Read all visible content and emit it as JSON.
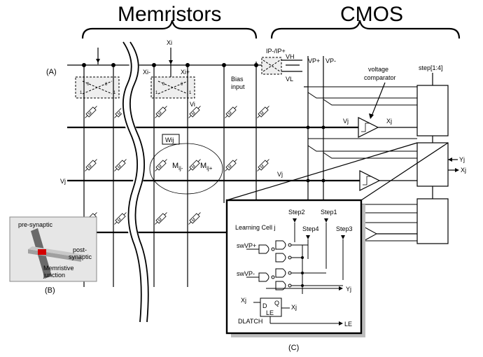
{
  "titles": {
    "memristors": "Memristors",
    "cmos": "CMOS"
  },
  "panel_labels": {
    "a": "(A)",
    "b": "(B)",
    "c": "(C)"
  },
  "crossbar": {
    "xi": "Xi",
    "xi_minus": "Xi-",
    "xi_plus": "Xi+",
    "vi": "Vi",
    "bias_input": [
      "Bias",
      "input"
    ],
    "vj": "Vj",
    "wij": "Wij",
    "m_minus": "M",
    "m_minus_sub": "ij-",
    "m_plus": "M",
    "m_plus_sub": "ij+",
    "switch_zero": "0",
    "switch_one": "1",
    "memristor_tag": "M"
  },
  "cmos": {
    "ip": "IP-/IP+",
    "vh": "VH",
    "vl": "VL",
    "vp_plus": "VP+",
    "vp_minus": "VP-",
    "comparator": [
      "voltage",
      "comparator"
    ],
    "step": "step[1:4]",
    "vj": "Vj",
    "xj": "Xj",
    "yj": "Yj"
  },
  "inset_b": {
    "pre": "pre-synaptic",
    "post": [
      "post-",
      "synaptic"
    ],
    "junction": [
      "Memristive",
      "junction"
    ]
  },
  "inset_c": {
    "title": "Learning Cell j",
    "step1": "Step1",
    "step2": "Step2",
    "step3": "Step3",
    "step4": "Step4",
    "swvp_plus": "swVP+",
    "swvp_minus": "swVP-",
    "yj": "Yj",
    "xj_in": "Xj",
    "xj_out": "Xj",
    "d": "D",
    "q": "Q",
    "le_box": "LE",
    "dlatch": "DLATCH",
    "le": "LE"
  },
  "colors": {
    "line": "#000000",
    "junction": "#d40000",
    "shadow": "#bdbdbd",
    "box_fill": "#eeeeee"
  }
}
